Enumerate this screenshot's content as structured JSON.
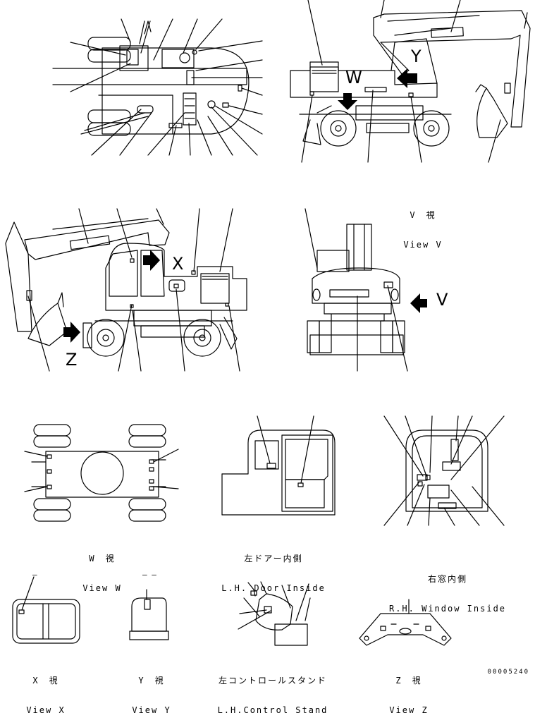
{
  "views": {
    "v": {
      "jp": "V　視",
      "en": "View V"
    },
    "w": {
      "jp": "W　視",
      "en": "View W"
    },
    "door": {
      "jp": "左ドアー内側",
      "en": "L.H. Door Inside"
    },
    "window": {
      "jp": "右窓内側",
      "en": "R.H. Window Inside"
    },
    "x": {
      "jp": "X　視",
      "en": "View X"
    },
    "y": {
      "jp": "Y　視",
      "en": "View Y"
    },
    "stand": {
      "jp": "左コントロールスタンド",
      "en": "L.H.Control Stand"
    },
    "z": {
      "jp": "Z　視",
      "en": "View Z"
    }
  },
  "letters": {
    "y": "Y",
    "w": "W",
    "x": "X",
    "z": "Z",
    "v": "V"
  },
  "dashes": {
    "view_x": "–",
    "view_y": "– –"
  },
  "doc_number": "00005240"
}
